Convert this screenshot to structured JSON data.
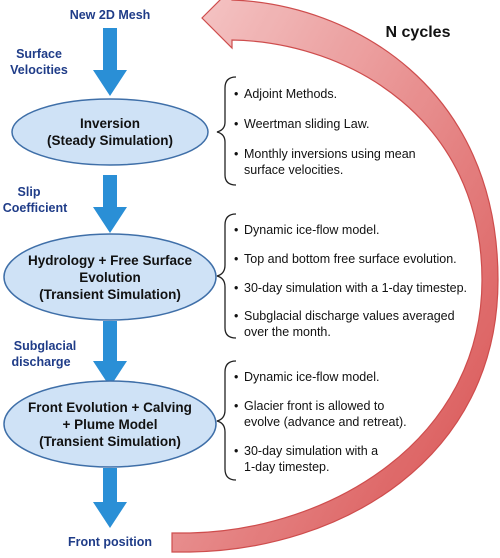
{
  "labels": {
    "top": "New 2D Mesh",
    "surface_velocities": [
      "Surface",
      "Velocities"
    ],
    "slip_coefficient": [
      "Slip",
      "Coefficient"
    ],
    "subglacial_discharge": [
      "Subglacial",
      "discharge"
    ],
    "bottom": "Front position",
    "cycles": "N cycles"
  },
  "stages": [
    {
      "lines": [
        "Inversion",
        "(Steady Simulation)"
      ],
      "bullets": [
        [
          "Adjoint Methods."
        ],
        [
          "Weertman sliding Law."
        ],
        [
          "Monthly inversions using mean",
          "surface velocities."
        ]
      ]
    },
    {
      "lines": [
        "Hydrology + Free Surface",
        "Evolution",
        "(Transient Simulation)"
      ],
      "bullets": [
        [
          "Dynamic ice-flow model."
        ],
        [
          "Top and bottom free surface evolution."
        ],
        [
          "30-day simulation with a 1-day timestep."
        ],
        [
          "Subglacial discharge values averaged",
          "over the month."
        ]
      ]
    },
    {
      "lines": [
        "Front Evolution + Calving",
        "+ Plume Model",
        "(Transient Simulation)"
      ],
      "bullets": [
        [
          "Dynamic ice-flow model."
        ],
        [
          "Glacier front is allowed to",
          "evolve (advance and retreat)."
        ],
        [
          "30-day simulation with a",
          "1-day timestep."
        ]
      ]
    }
  ],
  "colors": {
    "label_blue": "#1f3c88",
    "arrow_blue": "#2a8fd6",
    "ellipse_fill": "#cfe2f6",
    "ellipse_stroke": "#3f6fa8",
    "cycle_arrow_start": "#f3a8a8",
    "cycle_arrow_end": "#d64040"
  }
}
